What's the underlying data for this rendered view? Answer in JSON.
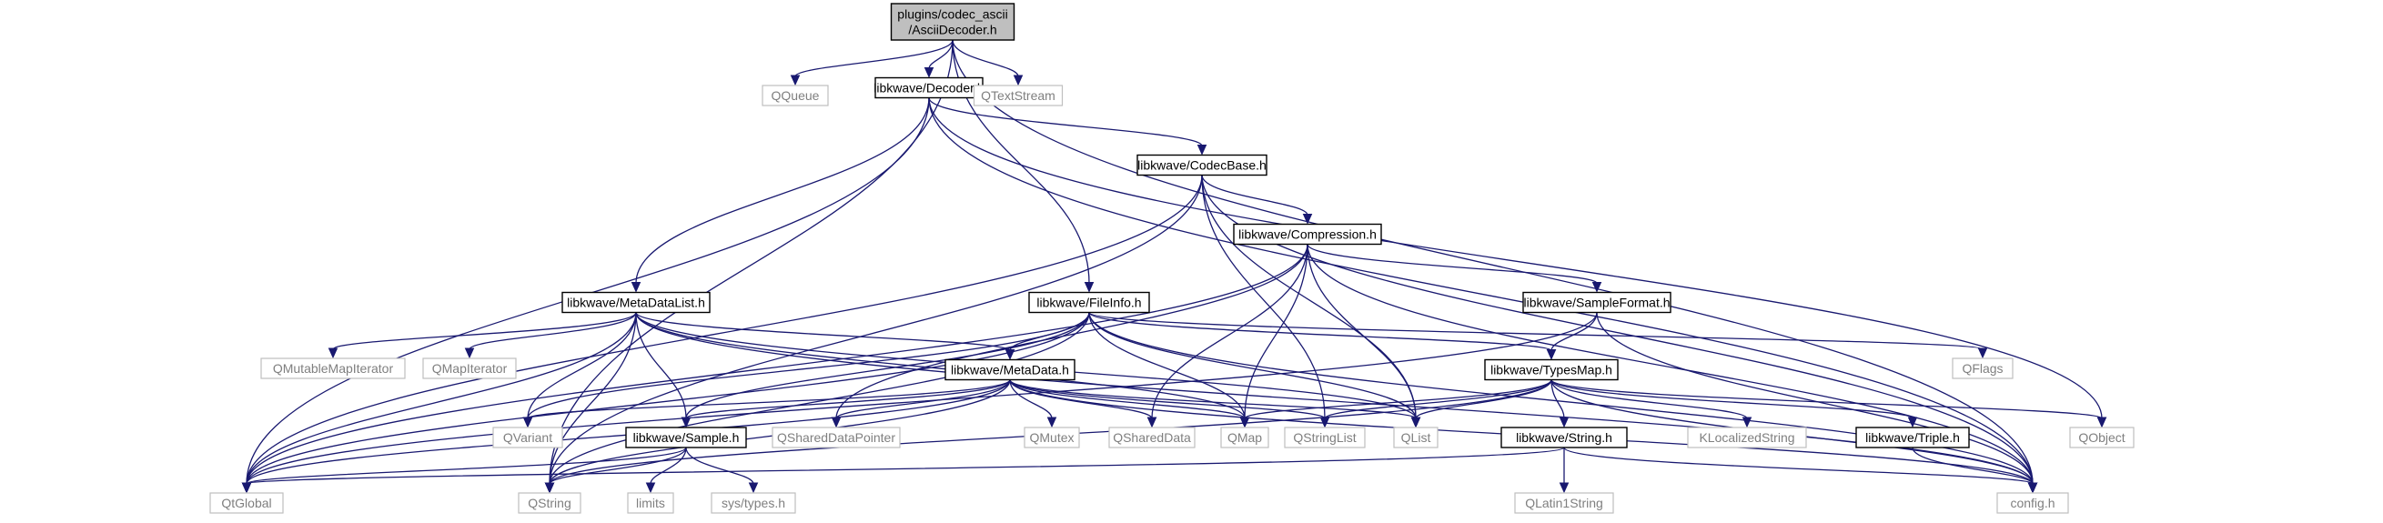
{
  "diagram": {
    "nodes": [
      {
        "id": "root",
        "lines": [
          "plugins/codec_ascii",
          "/AsciiDecoder.h"
        ],
        "kind": "root"
      },
      {
        "id": "QQueue",
        "lines": [
          "QQueue"
        ],
        "kind": "external"
      },
      {
        "id": "Decoder",
        "lines": [
          "libkwave/Decoder.h"
        ],
        "kind": "internal"
      },
      {
        "id": "QTextStream",
        "lines": [
          "QTextStream"
        ],
        "kind": "external"
      },
      {
        "id": "CodecBase",
        "lines": [
          "libkwave/CodecBase.h"
        ],
        "kind": "internal"
      },
      {
        "id": "Compression",
        "lines": [
          "libkwave/Compression.h"
        ],
        "kind": "internal"
      },
      {
        "id": "MetaDataList",
        "lines": [
          "libkwave/MetaDataList.h"
        ],
        "kind": "internal"
      },
      {
        "id": "FileInfo",
        "lines": [
          "libkwave/FileInfo.h"
        ],
        "kind": "internal"
      },
      {
        "id": "SampleFormat",
        "lines": [
          "libkwave/SampleFormat.h"
        ],
        "kind": "internal"
      },
      {
        "id": "QMutableMapIterator",
        "lines": [
          "QMutableMapIterator"
        ],
        "kind": "external"
      },
      {
        "id": "QMapIterator",
        "lines": [
          "QMapIterator"
        ],
        "kind": "external"
      },
      {
        "id": "MetaData",
        "lines": [
          "libkwave/MetaData.h"
        ],
        "kind": "internal"
      },
      {
        "id": "TypesMap",
        "lines": [
          "libkwave/TypesMap.h"
        ],
        "kind": "internal"
      },
      {
        "id": "QFlags",
        "lines": [
          "QFlags"
        ],
        "kind": "external"
      },
      {
        "id": "QVariant",
        "lines": [
          "QVariant"
        ],
        "kind": "external"
      },
      {
        "id": "Sample",
        "lines": [
          "libkwave/Sample.h"
        ],
        "kind": "internal"
      },
      {
        "id": "QSharedDataPointer",
        "lines": [
          "QSharedDataPointer"
        ],
        "kind": "external"
      },
      {
        "id": "QMutex",
        "lines": [
          "QMutex"
        ],
        "kind": "external"
      },
      {
        "id": "QSharedData",
        "lines": [
          "QSharedData"
        ],
        "kind": "external"
      },
      {
        "id": "QMap",
        "lines": [
          "QMap"
        ],
        "kind": "external"
      },
      {
        "id": "QStringList",
        "lines": [
          "QStringList"
        ],
        "kind": "external"
      },
      {
        "id": "QList",
        "lines": [
          "QList"
        ],
        "kind": "external"
      },
      {
        "id": "KLocalizedString",
        "lines": [
          "KLocalizedString"
        ],
        "kind": "external"
      },
      {
        "id": "Triple",
        "lines": [
          "libkwave/Triple.h"
        ],
        "kind": "internal"
      },
      {
        "id": "QObject",
        "lines": [
          "QObject"
        ],
        "kind": "external"
      },
      {
        "id": "String",
        "lines": [
          "libkwave/String.h"
        ],
        "kind": "internal"
      },
      {
        "id": "QtGlobal",
        "lines": [
          "QtGlobal"
        ],
        "kind": "external"
      },
      {
        "id": "QString",
        "lines": [
          "QString"
        ],
        "kind": "external"
      },
      {
        "id": "limits",
        "lines": [
          "limits"
        ],
        "kind": "external"
      },
      {
        "id": "systypes",
        "lines": [
          "sys/types.h"
        ],
        "kind": "external"
      },
      {
        "id": "QLatin1String",
        "lines": [
          "QLatin1String"
        ],
        "kind": "external"
      },
      {
        "id": "config",
        "lines": [
          "config.h"
        ],
        "kind": "external"
      }
    ],
    "edges": [
      [
        "root",
        "QQueue"
      ],
      [
        "root",
        "Decoder"
      ],
      [
        "root",
        "QTextStream"
      ],
      [
        "root",
        "FileInfo"
      ],
      [
        "root",
        "QString"
      ],
      [
        "root",
        "config"
      ],
      [
        "Decoder",
        "CodecBase"
      ],
      [
        "Decoder",
        "MetaDataList"
      ],
      [
        "Decoder",
        "QtGlobal"
      ],
      [
        "Decoder",
        "QObject"
      ],
      [
        "Decoder",
        "config"
      ],
      [
        "CodecBase",
        "Compression"
      ],
      [
        "CodecBase",
        "QtGlobal"
      ],
      [
        "CodecBase",
        "QString"
      ],
      [
        "CodecBase",
        "QStringList"
      ],
      [
        "CodecBase",
        "QList"
      ],
      [
        "CodecBase",
        "config"
      ],
      [
        "Compression",
        "SampleFormat"
      ],
      [
        "Compression",
        "QtGlobal"
      ],
      [
        "Compression",
        "QSharedDataPointer"
      ],
      [
        "Compression",
        "QSharedData"
      ],
      [
        "Compression",
        "QMap"
      ],
      [
        "Compression",
        "QList"
      ],
      [
        "Compression",
        "config"
      ],
      [
        "MetaDataList",
        "QMutableMapIterator"
      ],
      [
        "MetaDataList",
        "QMapIterator"
      ],
      [
        "MetaDataList",
        "MetaData"
      ],
      [
        "MetaDataList",
        "QVariant"
      ],
      [
        "MetaDataList",
        "Sample"
      ],
      [
        "MetaDataList",
        "QMap"
      ],
      [
        "MetaDataList",
        "QList"
      ],
      [
        "MetaDataList",
        "QtGlobal"
      ],
      [
        "MetaDataList",
        "QString"
      ],
      [
        "MetaDataList",
        "config"
      ],
      [
        "FileInfo",
        "MetaData"
      ],
      [
        "FileInfo",
        "TypesMap"
      ],
      [
        "FileInfo",
        "QFlags"
      ],
      [
        "FileInfo",
        "QVariant"
      ],
      [
        "FileInfo",
        "Sample"
      ],
      [
        "FileInfo",
        "QMap"
      ],
      [
        "FileInfo",
        "QList"
      ],
      [
        "FileInfo",
        "QtGlobal"
      ],
      [
        "FileInfo",
        "QString"
      ],
      [
        "FileInfo",
        "config"
      ],
      [
        "SampleFormat",
        "TypesMap"
      ],
      [
        "SampleFormat",
        "QtGlobal"
      ],
      [
        "SampleFormat",
        "config"
      ],
      [
        "MetaData",
        "QVariant"
      ],
      [
        "MetaData",
        "Sample"
      ],
      [
        "MetaData",
        "QSharedDataPointer"
      ],
      [
        "MetaData",
        "QMutex"
      ],
      [
        "MetaData",
        "QSharedData"
      ],
      [
        "MetaData",
        "QMap"
      ],
      [
        "MetaData",
        "QStringList"
      ],
      [
        "MetaData",
        "QList"
      ],
      [
        "MetaData",
        "QtGlobal"
      ],
      [
        "MetaData",
        "QString"
      ],
      [
        "MetaData",
        "config"
      ],
      [
        "TypesMap",
        "QMap"
      ],
      [
        "TypesMap",
        "QStringList"
      ],
      [
        "TypesMap",
        "QList"
      ],
      [
        "TypesMap",
        "KLocalizedString"
      ],
      [
        "TypesMap",
        "Triple"
      ],
      [
        "TypesMap",
        "String"
      ],
      [
        "TypesMap",
        "QObject"
      ],
      [
        "TypesMap",
        "QString"
      ],
      [
        "TypesMap",
        "config"
      ],
      [
        "Sample",
        "QtGlobal"
      ],
      [
        "Sample",
        "QString"
      ],
      [
        "Sample",
        "limits"
      ],
      [
        "Sample",
        "systypes"
      ],
      [
        "String",
        "QLatin1String"
      ],
      [
        "String",
        "QtGlobal"
      ],
      [
        "String",
        "config"
      ],
      [
        "Triple",
        "config"
      ]
    ]
  }
}
